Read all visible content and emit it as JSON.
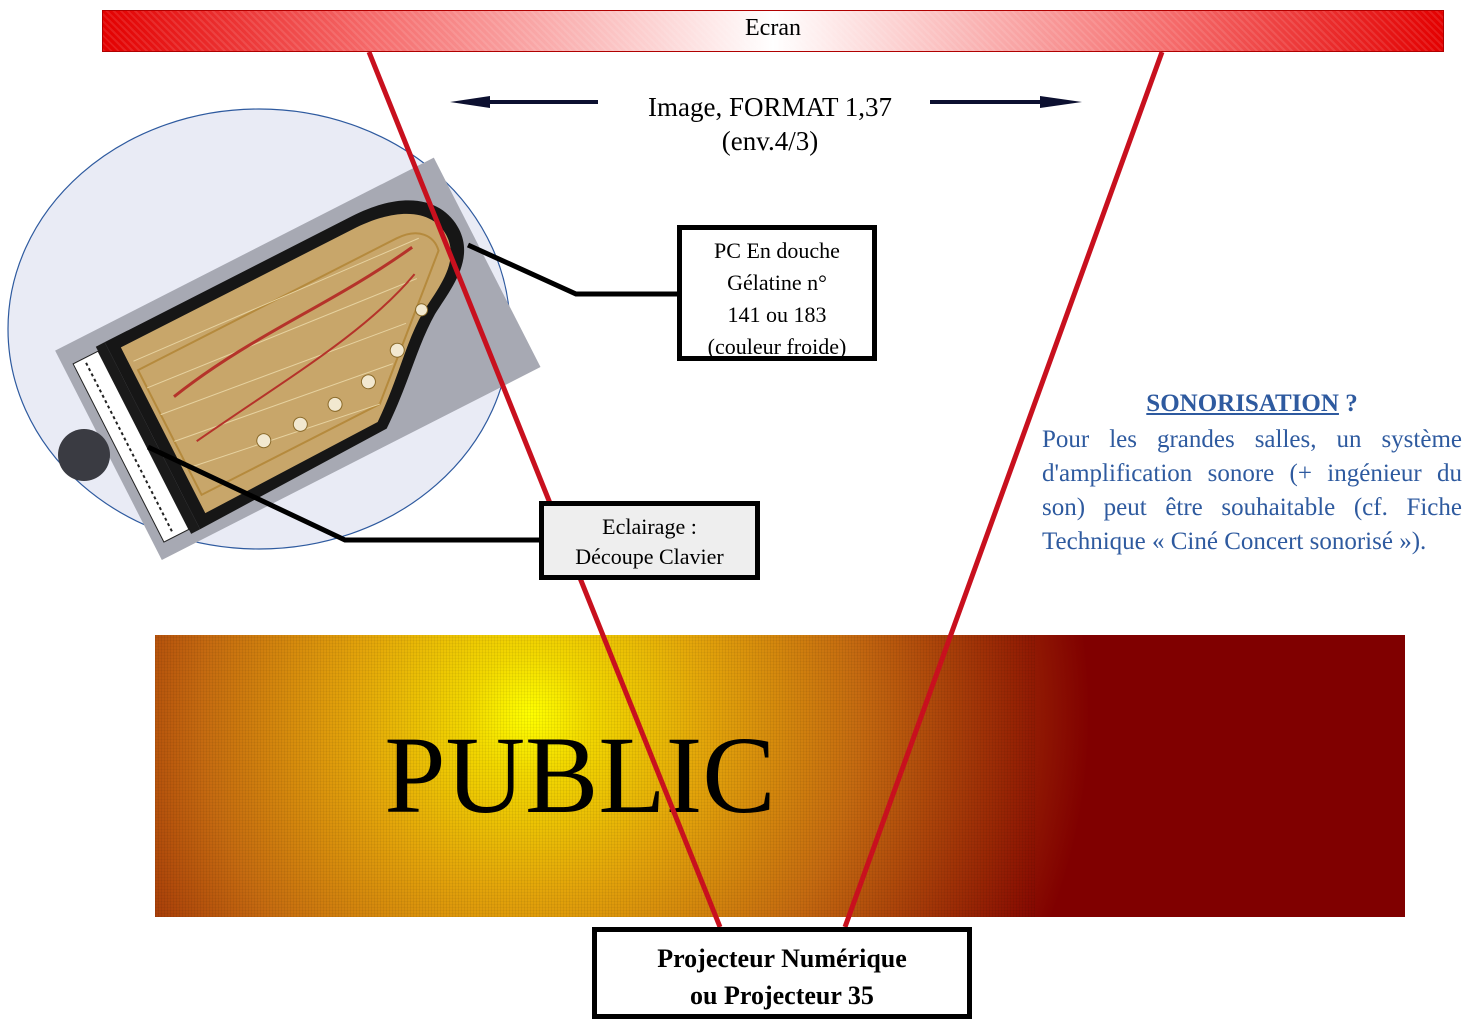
{
  "screen": {
    "label": "Ecran"
  },
  "image_format": {
    "line1": "Image, FORMAT 1,37",
    "line2": "(env.4/3)"
  },
  "lighting_pc": {
    "lines": [
      "PC En douche",
      "Gélatine n°",
      "141 ou 183",
      "(couleur froide)"
    ]
  },
  "lighting_keyboard": {
    "lines": [
      "Eclairage :",
      "Découpe Clavier"
    ]
  },
  "sonorisation": {
    "title": "SONORISATION",
    "title_suffix": " ?",
    "body": "Pour les grandes salles, un système d'amplification sonore (+ ingénieur du son) peut être souhaitable (cf. Fiche Technique « Ciné Concert sonorisé »)."
  },
  "audience": {
    "label": "PUBLIC"
  },
  "projector": {
    "line1": "Projecteur Numérique",
    "line2": "ou Projecteur 35"
  },
  "colors": {
    "screen_red": "#e30000",
    "projection_beam": "#c8101e",
    "audience_dark": "#800000",
    "audience_light": "#ffff00",
    "sonorisation_text": "#2e5a9f",
    "spot_circle_fill": "#e9ebf5",
    "spot_circle_stroke": "#2e5a9f"
  },
  "icons": {
    "piano": "grand-piano-top-view",
    "performer": "pianist-stool-icon"
  }
}
